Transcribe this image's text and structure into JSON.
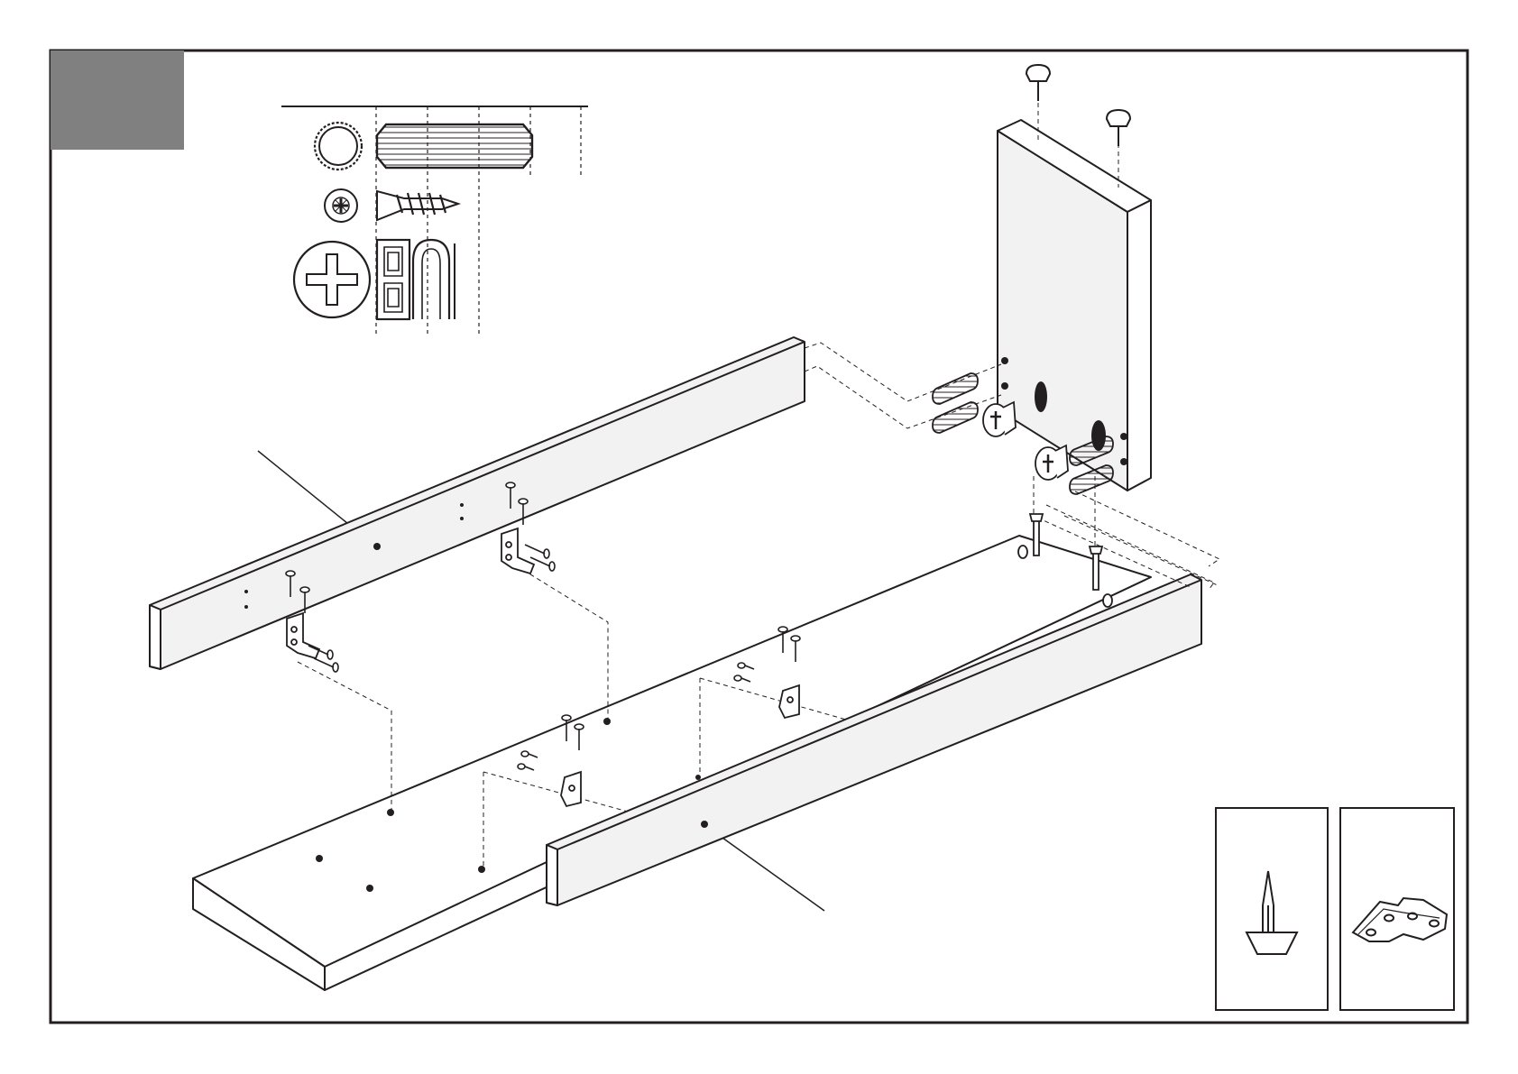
{
  "step": {
    "number": "",
    "badge_color": "#808080"
  },
  "colors": {
    "line": "#231f20",
    "panel_fill": "#f2f2f2",
    "edge_fill": "#ffffff",
    "hole": "#231f20"
  },
  "hardware_legend": {
    "rows": [
      {
        "name": "wooden-dowel",
        "icon": "dowel-end-icon"
      },
      {
        "name": "wood-screw",
        "icon": "pozidriv-head-icon"
      },
      {
        "name": "plastic-clip",
        "icon": "phillips-screwdriver-icon"
      }
    ]
  },
  "detail_insets": [
    {
      "name": "nail-glide-detail",
      "icon": "nail-glide-icon"
    },
    {
      "name": "angle-bracket-detail",
      "icon": "angle-bracket-icon"
    }
  ],
  "parts": [
    "back-rail",
    "base-panel",
    "front-rail",
    "side-panel"
  ]
}
